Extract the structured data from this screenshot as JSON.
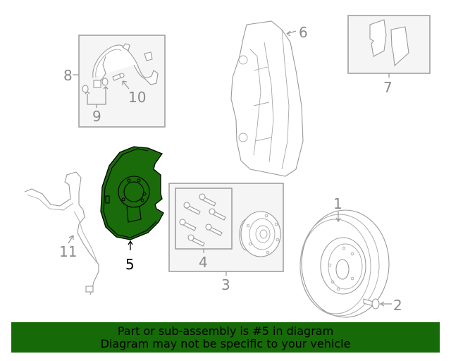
{
  "diagram": {
    "highlighted_part": "5",
    "highlight_color": "#1a6b0a",
    "callouts": [
      {
        "id": "1",
        "label": "1",
        "part": "brake-rotor"
      },
      {
        "id": "2",
        "label": "2",
        "part": "rotor-screw"
      },
      {
        "id": "3",
        "label": "3",
        "part": "hub-assembly"
      },
      {
        "id": "4",
        "label": "4",
        "part": "wheel-studs"
      },
      {
        "id": "5",
        "label": "5",
        "part": "splash-shield"
      },
      {
        "id": "6",
        "label": "6",
        "part": "caliper"
      },
      {
        "id": "7",
        "label": "7",
        "part": "brake-pads"
      },
      {
        "id": "8",
        "label": "8",
        "part": "brake-hose"
      },
      {
        "id": "9",
        "label": "9",
        "part": "washers"
      },
      {
        "id": "10",
        "label": "10",
        "part": "banjo-bolt"
      },
      {
        "id": "11",
        "label": "11",
        "part": "abs-sensor-wire"
      }
    ]
  },
  "banner": {
    "line1": "Part or sub-assembly is #5 in diagram",
    "line2": "Diagram may not be specific to your vehicle",
    "background": "#176a08"
  }
}
